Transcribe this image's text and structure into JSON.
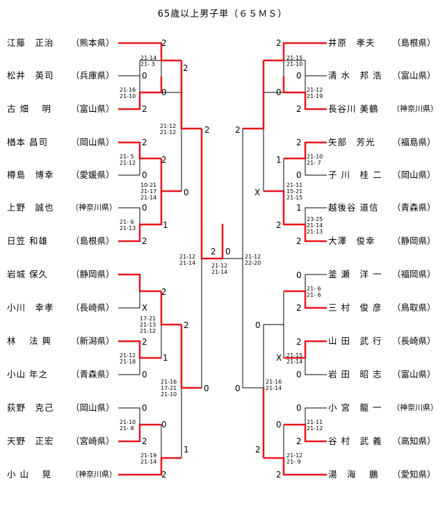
{
  "title": "65歳以上男子単（６５ＭＳ）",
  "left_players": [
    {
      "name": "江藤　正治",
      "pref": "（熊本県）"
    },
    {
      "name": "松井　英司",
      "pref": "（兵庫県）"
    },
    {
      "name": "古 畑　 明",
      "pref": "（富山県）"
    },
    {
      "name": "楢本 昌司",
      "pref": "（岡山県）"
    },
    {
      "name": "樽島　博幸",
      "pref": "（愛媛県）"
    },
    {
      "name": "上野　誠也",
      "pref": "（神奈川県）"
    },
    {
      "name": "日笠 和雄",
      "pref": "（島根県）"
    },
    {
      "name": "岩城 保久",
      "pref": "（静岡県）"
    },
    {
      "name": "小川　幸孝",
      "pref": "（長崎県）"
    },
    {
      "name": "林　 法 興",
      "pref": "（新潟県）"
    },
    {
      "name": "小山 年之",
      "pref": "（青森県）"
    },
    {
      "name": "荻野　克己",
      "pref": "（岡山県）"
    },
    {
      "name": "天野　正宏",
      "pref": "（宮崎県）"
    },
    {
      "name": "小 山　 晃",
      "pref": "（神奈川県）"
    }
  ],
  "right_players": [
    {
      "name": "井原　孝夫",
      "pref": "（島根県）"
    },
    {
      "name": "清 水　邦 浩",
      "pref": "（富山県）"
    },
    {
      "name": "長谷川 美鶴",
      "pref": "（神奈川県）"
    },
    {
      "name": "矢部　芳光",
      "pref": "（福島県）"
    },
    {
      "name": "子 川　桂 二",
      "pref": "（岡山県）"
    },
    {
      "name": "越後谷 道信",
      "pref": "（青森県）"
    },
    {
      "name": "大澤　俊幸",
      "pref": "（静岡県）"
    },
    {
      "name": "釜 瀬　洋 一",
      "pref": "（福岡県）"
    },
    {
      "name": "三 村　俊 彦",
      "pref": "（鳥取県）"
    },
    {
      "name": "山 田　武 行",
      "pref": "（長崎県）"
    },
    {
      "name": "岩 田　昭 志",
      "pref": "（富山県）"
    },
    {
      "name": "小 宮　龍 一",
      "pref": "（神奈川県）"
    },
    {
      "name": "谷 村　武 義",
      "pref": "（高知県）"
    },
    {
      "name": "湯　海　 鵬",
      "pref": "（愛知県）"
    }
  ],
  "marks": {
    "l1_2": "2",
    "l2_0": "0",
    "l3_0": "0",
    "l3_2": "2",
    "l12_2": "2",
    "l4_2": "2",
    "l5_0": "0",
    "l45_2": "2",
    "l6_0": "0",
    "l7_1": "1",
    "l7_2": "2",
    "l4567_0": "0",
    "l1234_2": "2",
    "l8_2": "2",
    "l9_x": "X",
    "l10_2": "2",
    "l10_1": "1",
    "l11_0": "0",
    "l8_11_2": "2",
    "l12_0": "0",
    "l13_0": "0",
    "l13_2": "2",
    "l14_1": "1",
    "l14_2": "2",
    "l8_14_0": "0",
    "final_l": "2",
    "final_r": "0",
    "r1_2": "2",
    "r2_0": "0",
    "r3_0": "0",
    "r3_2": "2",
    "r12_2": "2",
    "r4_2": "2",
    "r4_1": "1",
    "r5_0": "0",
    "r47_x": "X",
    "r6_1": "1",
    "r7_2": "2",
    "r1_7_2": "2",
    "r8_0": "0",
    "r9_2": "2",
    "r89_0": "0",
    "r10_2": "2",
    "r10_x": "X",
    "r11_0": "0",
    "r8_14_0": "0",
    "r12_0": "0",
    "r13_0": "0",
    "r13_2": "2",
    "r14_2": "2",
    "r14_2b": "2"
  },
  "scores": {
    "l12": [
      "21-14",
      "21- 3"
    ],
    "l23": [
      "21-16",
      "21-10"
    ],
    "l123": [
      "21-12",
      "21-12"
    ],
    "l45": [
      "21- 5",
      "21-12"
    ],
    "l4567": [
      "10-21",
      "21-17",
      "21-14"
    ],
    "l67": [
      "21- 6",
      "21-13"
    ],
    "l89": [
      "17-21",
      "21-13",
      "21-12"
    ],
    "l1011": [
      "21-12",
      "21-18"
    ],
    "l8_14": [
      "21-16",
      "17-21",
      "21-10"
    ],
    "l1213": [
      "21-10",
      "21- 8"
    ],
    "l1314": [
      "21-19",
      "21-14"
    ],
    "semi_l": [
      "21-12",
      "21-14"
    ],
    "final": [
      "21-12",
      "21-14"
    ],
    "semi_r": [
      "21-12",
      "22-20"
    ],
    "r12": [
      "21-15",
      "21-10"
    ],
    "r23": [
      "21-12",
      "21-19"
    ],
    "r45": [
      "21-10",
      "21- 7"
    ],
    "r47": [
      "21-11",
      "15-21",
      "21-15"
    ],
    "r67": [
      "23-25",
      "21-14",
      "21-13"
    ],
    "r89": [
      "21- 6",
      "21- 6"
    ],
    "r1011": [
      "21-15",
      "21-14"
    ],
    "r8_14": [
      "21-16",
      "21-14"
    ],
    "r1213": [
      "21-11",
      "21-12"
    ],
    "r1314": [
      "21-12",
      "21- 9"
    ]
  },
  "colors": {
    "winner_line": "#e8141c",
    "line": "#000000"
  }
}
